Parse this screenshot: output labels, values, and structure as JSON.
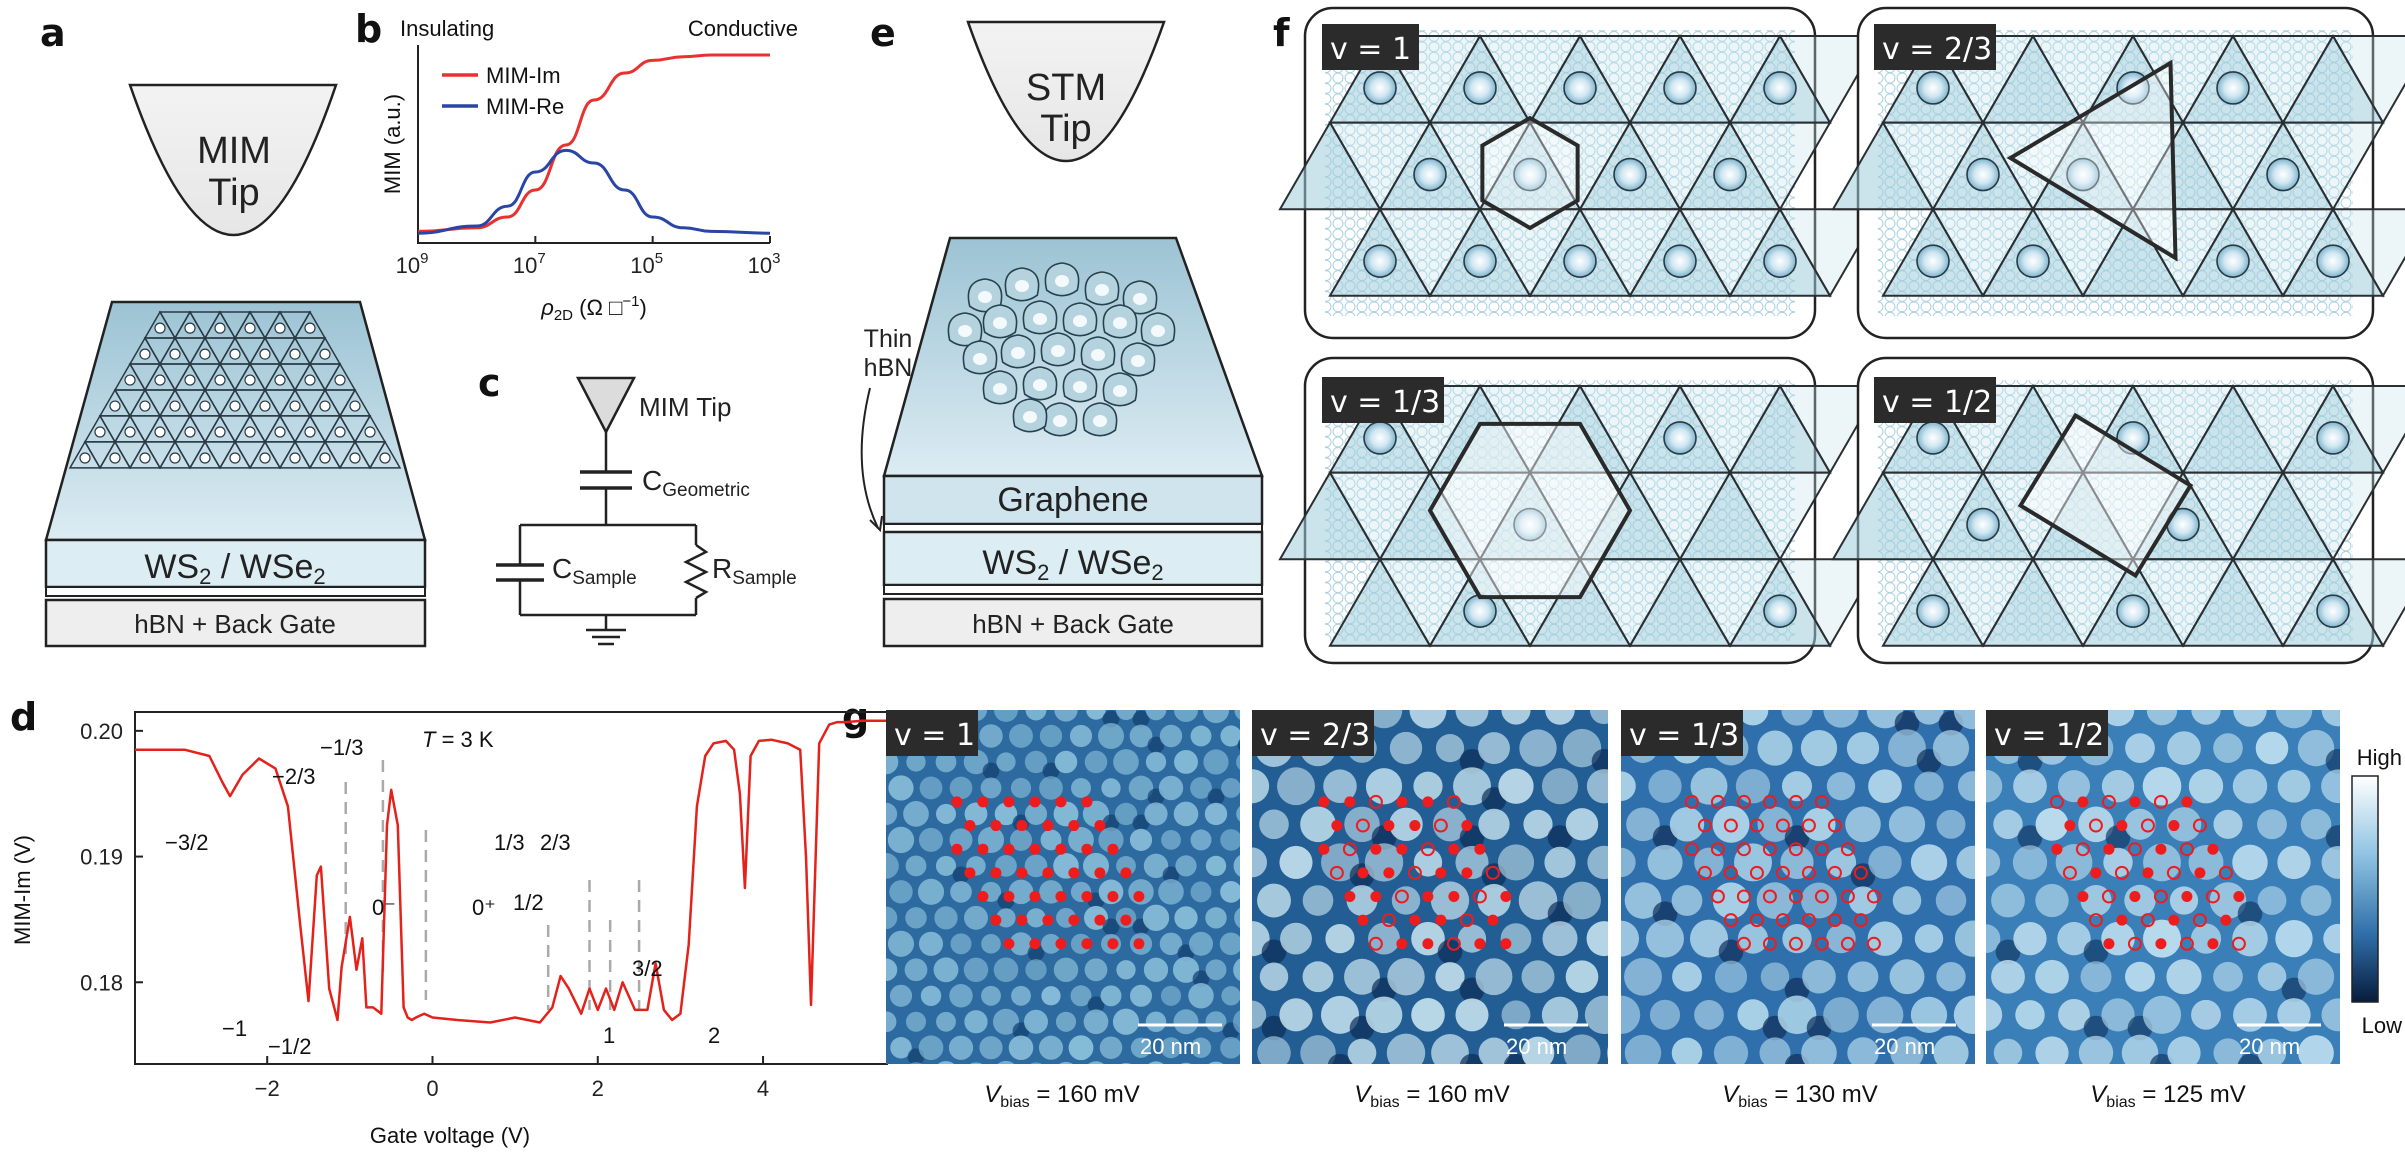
{
  "panel_labels": {
    "a": "a",
    "b": "b",
    "c": "c",
    "d": "d",
    "e": "e",
    "f": "f",
    "g": "g"
  },
  "panel_a": {
    "tip_line1": "MIM",
    "tip_line2": "Tip",
    "layer_sample_pre": "WS",
    "layer_sample_sub1": "2",
    "layer_sample_mid": " / WSe",
    "layer_sample_sub2": "2",
    "layer_gate": "hBN + Back Gate"
  },
  "panel_b": {
    "label_left": "Insulating",
    "label_right": "Conductive",
    "legend": [
      "MIM-Im",
      "MIM-Re"
    ],
    "ylabel": "MIM (a.u.)",
    "xlabel_pre": "ρ",
    "xlabel_sub": "2D",
    "xlabel_post": " (Ω □",
    "xlabel_sup": "−1",
    "xlabel_close": ")",
    "tick_base": [
      "10",
      "10",
      "10",
      "10"
    ],
    "tick_exp": [
      "9",
      "7",
      "5",
      "3"
    ],
    "colors": {
      "im": "#e8322f",
      "re": "#2a45a6"
    }
  },
  "panel_c": {
    "tip": "MIM Tip",
    "cg_main": "C",
    "cg_sub": "Geometric",
    "cs_main": "C",
    "cs_sub": "Sample",
    "rs_main": "R",
    "rs_sub": "Sample"
  },
  "panel_d": {
    "temperature_italic": "T",
    "temperature_rest": " = 3 K",
    "ylabel": "MIM-Im (V)",
    "xlabel": "Gate voltage (V)",
    "yticks": [
      "0.20",
      "0.19",
      "0.18"
    ],
    "xticks": [
      "−2",
      "0",
      "2",
      "4"
    ],
    "annotations": [
      "−3/2",
      "−2/3",
      "−1/3",
      "−1",
      "−1/2",
      "0⁻",
      "0⁺",
      "1/3",
      "1/2",
      "2/3",
      "1",
      "3/2",
      "2"
    ]
  },
  "panel_e": {
    "tip_line1": "STM",
    "tip_line2": "Tip",
    "thin_hbn_line1": "Thin",
    "thin_hbn_line2": "hBN",
    "layer_graphene": "Graphene",
    "layer_sample_pre": "WS",
    "layer_sample_sub1": "2",
    "layer_sample_mid": " / WSe",
    "layer_sample_sub2": "2",
    "layer_gate": "hBN + Back Gate"
  },
  "panel_f": {
    "fillings": [
      "v = 1",
      "v = 2/3",
      "v = 1/3",
      "v = 1/2"
    ]
  },
  "panel_g": {
    "fillings": [
      "v = 1",
      "v = 2/3",
      "v = 1/3",
      "v = 1/2"
    ],
    "scale_bar": "20 nm",
    "vbias_main": "V",
    "vbias_sub": "bias",
    "vbias_values": [
      " = 160 mV",
      " = 160 mV",
      " = 130 mV",
      " = 125 mV"
    ],
    "colorbar_high": "High",
    "colorbar_low": "Low",
    "marker_color": "#ee1c1c"
  },
  "chart_data": [
    {
      "panel": "b",
      "type": "line",
      "x_scale": "log-reciprocal",
      "xlim": [
        1000000000.0,
        1000.0
      ],
      "x_ticks": [
        "10^9",
        "10^7",
        "10^5",
        "10^3"
      ],
      "ylabel": "MIM (a.u.)",
      "series": [
        {
          "name": "MIM-Im",
          "color": "#e8322f",
          "x": [
            1000000000.0,
            100000000.0,
            30000000.0,
            10000000.0,
            3000000.0,
            1000000.0,
            300000.0,
            100000.0,
            30000.0,
            10000.0,
            1000.0
          ],
          "y": [
            0.02,
            0.04,
            0.1,
            0.25,
            0.5,
            0.75,
            0.9,
            0.97,
            0.99,
            1.0,
            1.0
          ]
        },
        {
          "name": "MIM-Re",
          "color": "#2a45a6",
          "x": [
            1000000000.0,
            100000000.0,
            30000000.0,
            10000000.0,
            3000000.0,
            1000000.0,
            300000.0,
            100000.0,
            30000.0,
            10000.0,
            1000.0
          ],
          "y": [
            0.01,
            0.05,
            0.16,
            0.35,
            0.47,
            0.4,
            0.25,
            0.1,
            0.04,
            0.02,
            0.01
          ]
        }
      ]
    },
    {
      "panel": "d",
      "type": "line",
      "xlabel": "Gate voltage (V)",
      "ylabel": "MIM-Im (V)",
      "xlim": [
        -3.6,
        5.5
      ],
      "ylim": [
        0.1735,
        0.2015
      ],
      "yticks": [
        0.2,
        0.19,
        0.18
      ],
      "xticks": [
        -2,
        0,
        2,
        4
      ],
      "series": [
        {
          "name": "",
          "color": "#e4221b",
          "x": [
            -3.6,
            -3.0,
            -2.7,
            -2.55,
            -2.45,
            -2.3,
            -2.1,
            -1.9,
            -1.75,
            -1.6,
            -1.5,
            -1.4,
            -1.35,
            -1.25,
            -1.15,
            -1.1,
            -1.0,
            -0.92,
            -0.85,
            -0.8,
            -0.72,
            -0.62,
            -0.55,
            -0.5,
            -0.42,
            -0.35,
            -0.3,
            -0.25,
            -0.2,
            -0.1,
            0.0,
            0.3,
            0.7,
            1.0,
            1.3,
            1.45,
            1.55,
            1.65,
            1.8,
            1.9,
            2.0,
            2.1,
            2.2,
            2.3,
            2.45,
            2.6,
            2.7,
            2.8,
            2.9,
            3.0,
            3.1,
            3.2,
            3.3,
            3.4,
            3.55,
            3.65,
            3.72,
            3.78,
            3.85,
            3.95,
            4.1,
            4.3,
            4.45,
            4.52,
            4.58,
            4.68,
            4.8,
            4.9,
            5.0,
            5.2,
            5.5
          ],
          "y": [
            0.1985,
            0.1985,
            0.198,
            0.196,
            0.1948,
            0.1965,
            0.1978,
            0.197,
            0.194,
            0.1845,
            0.1785,
            0.1885,
            0.1892,
            0.1795,
            0.177,
            0.1812,
            0.1852,
            0.181,
            0.1835,
            0.178,
            0.178,
            0.1775,
            0.1925,
            0.1953,
            0.1925,
            0.178,
            0.1772,
            0.177,
            0.1772,
            0.1775,
            0.1772,
            0.177,
            0.1768,
            0.1772,
            0.1768,
            0.178,
            0.1805,
            0.1795,
            0.1775,
            0.1795,
            0.1778,
            0.1795,
            0.1778,
            0.18,
            0.1778,
            0.1778,
            0.1815,
            0.1778,
            0.177,
            0.1775,
            0.183,
            0.194,
            0.198,
            0.199,
            0.1992,
            0.1985,
            0.195,
            0.1875,
            0.198,
            0.1992,
            0.1993,
            0.199,
            0.1985,
            0.19,
            0.1782,
            0.199,
            0.2005,
            0.2007,
            0.2007,
            0.2008,
            0.2008
          ]
        }
      ]
    }
  ]
}
